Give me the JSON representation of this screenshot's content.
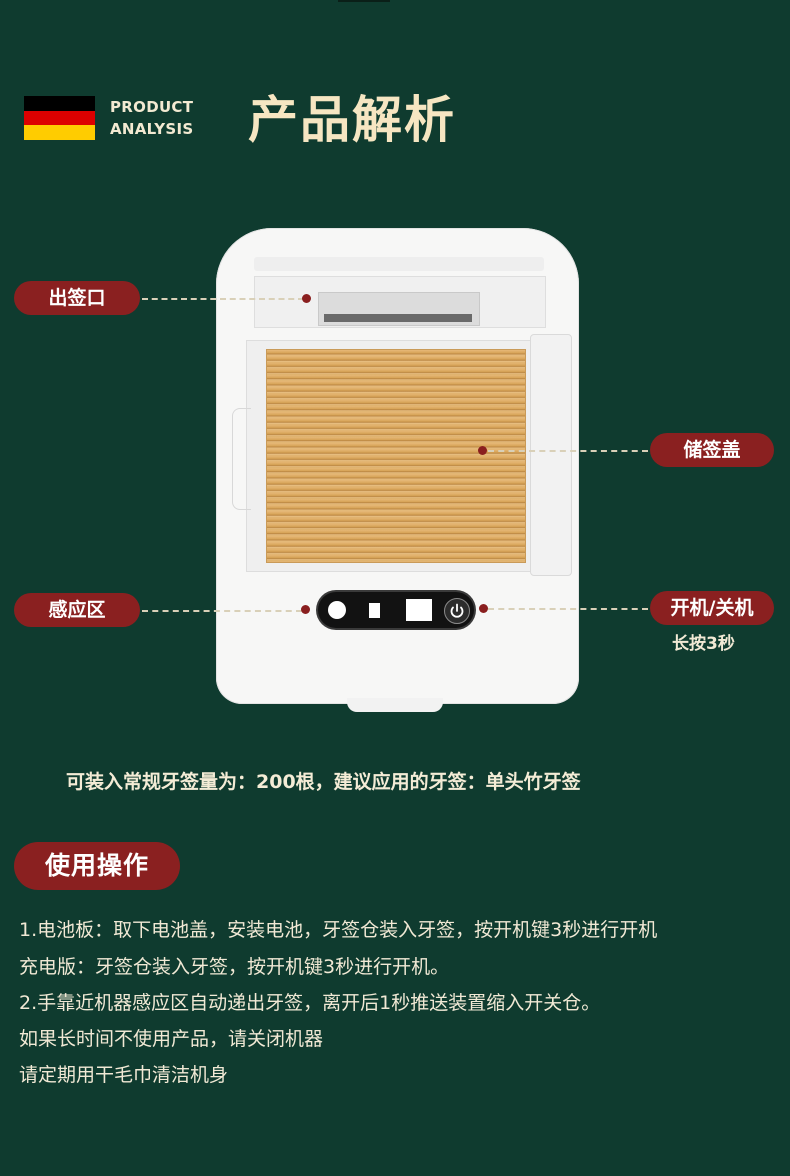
{
  "header": {
    "brand_line1": "PRODUCT",
    "brand_line2": "ANALYSIS",
    "title": "产品解析",
    "flag_colors": [
      "#000000",
      "#dd0000",
      "#ffcc00"
    ]
  },
  "callouts": {
    "outlet": "出签口",
    "storage_lid": "储签盖",
    "sensor": "感应区",
    "power": "开机/关机",
    "power_note": "长按3秒"
  },
  "capacity_text": "可装入常规牙签量为：200根，建议应用的牙签：单头竹牙签",
  "usage": {
    "heading": "使用操作",
    "lines": [
      "1.电池板：取下电池盖，安装电池，牙签仓装入牙签，按开机键3秒进行开机",
      "充电版：牙签仓装入牙签，按开机键3秒进行开机。",
      "2.手靠近机器感应区自动递出牙签，离开后1秒推送装置缩入开关仓。",
      "如果长时间不使用产品，请关闭机器",
      "请定期用干毛巾清洁机身"
    ]
  },
  "colors": {
    "background": "#0f3b2f",
    "accent_red": "#8a2020",
    "title_cream": "#f6e6c2"
  },
  "icons": {
    "power_button": "power-icon"
  }
}
